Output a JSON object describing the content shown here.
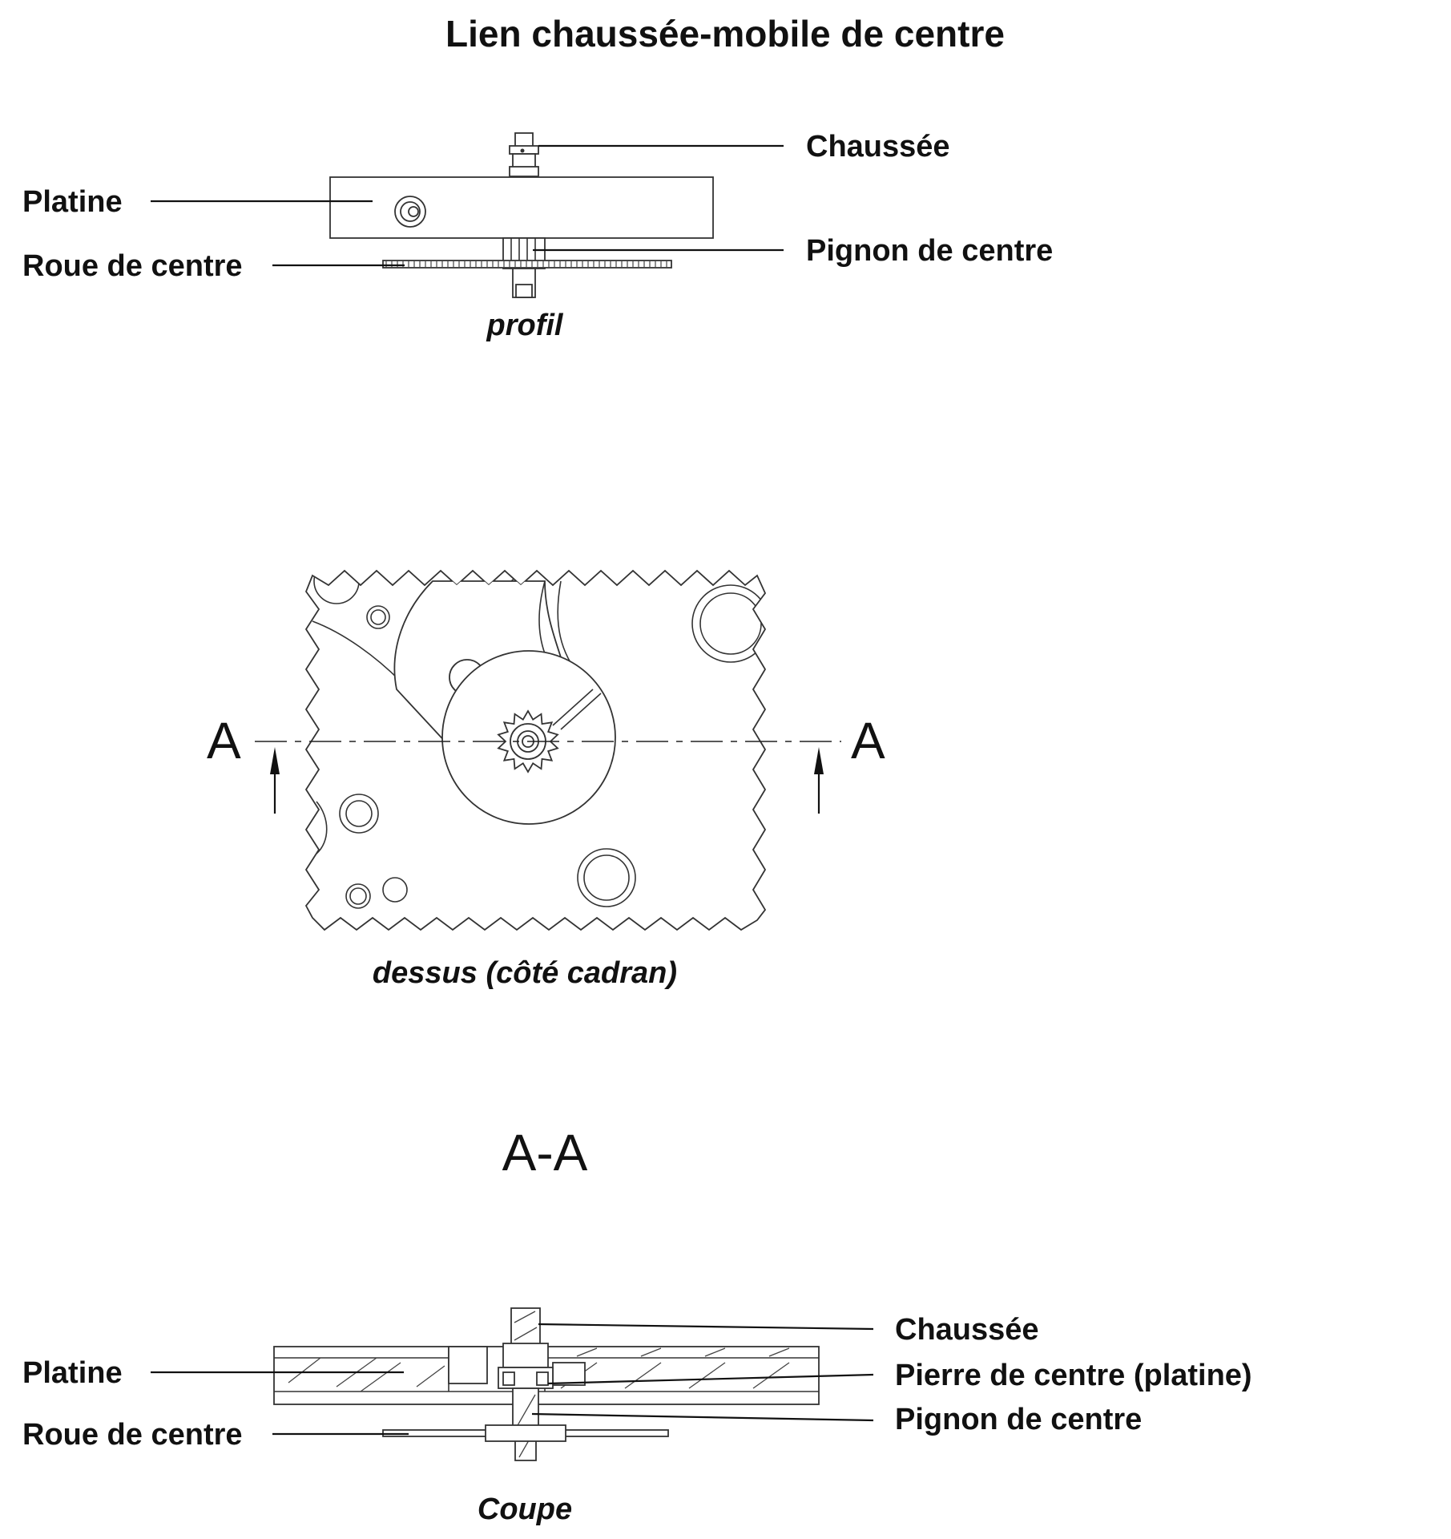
{
  "title": "Lien chaussée-mobile de centre",
  "profile_view": {
    "caption": "profil",
    "labels": {
      "chaussee": "Chaussée",
      "platine": "Platine",
      "pignon": "Pignon de centre",
      "roue": "Roue de centre"
    }
  },
  "top_view": {
    "caption": "dessus (côté cadran)",
    "section_marker_left": "A",
    "section_marker_right": "A"
  },
  "section_view": {
    "heading": "A-A",
    "caption": "Coupe",
    "labels": {
      "chaussee": "Chaussée",
      "pierre": "Pierre de centre (platine)",
      "pignon": "Pignon de centre",
      "platine": "Platine",
      "roue": "Roue de centre"
    }
  }
}
